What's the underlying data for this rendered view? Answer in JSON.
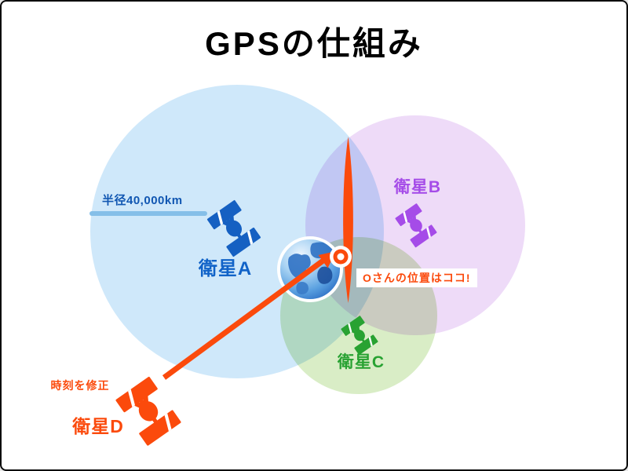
{
  "title": "GPSの仕組み",
  "accent_orange": "#fb4a0c",
  "radius": {
    "label": "半径40,000km",
    "line_color": "#85bfe8",
    "text_color": "#1157b2"
  },
  "satellites": {
    "a": {
      "label": "衛星A",
      "color": "#1560c2",
      "circle_fill": "#cfe8fa"
    },
    "b": {
      "label": "衛星B",
      "color": "#a54ce8",
      "circle_fill": "#eedbf8"
    },
    "c": {
      "label": "衛星C",
      "color": "#28a232",
      "circle_fill": "#d9edc6"
    },
    "d": {
      "label": "衛星D",
      "color": "#fb4a0c",
      "annotation": "時刻を修正"
    }
  },
  "position_callout": {
    "label": "Oさんの位置はココ!",
    "background": "#ffffff",
    "text_color": "#fb4a0c"
  }
}
